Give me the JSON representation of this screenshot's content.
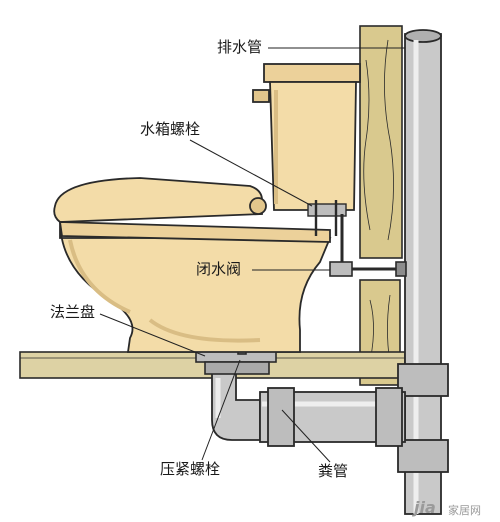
{
  "labels": {
    "drain_pipe": "排水管",
    "tank_bolt": "水箱螺栓",
    "shutoff_valve": "闭水阀",
    "flange": "法兰盘",
    "compression_bolt": "压紧螺栓",
    "waste_pipe": "粪管"
  },
  "watermark": {
    "brand": "jia",
    "site_cn": "家居网"
  },
  "colors": {
    "porcelain": "#f3dca8",
    "porcelain_shade": "#d9bd84",
    "wall_wood": "#d9c98e",
    "floor": "#ddd2a4",
    "pipe": "#c9c9c9",
    "pipe_dark": "#8c8c8c",
    "outline": "#2a2a2a"
  }
}
